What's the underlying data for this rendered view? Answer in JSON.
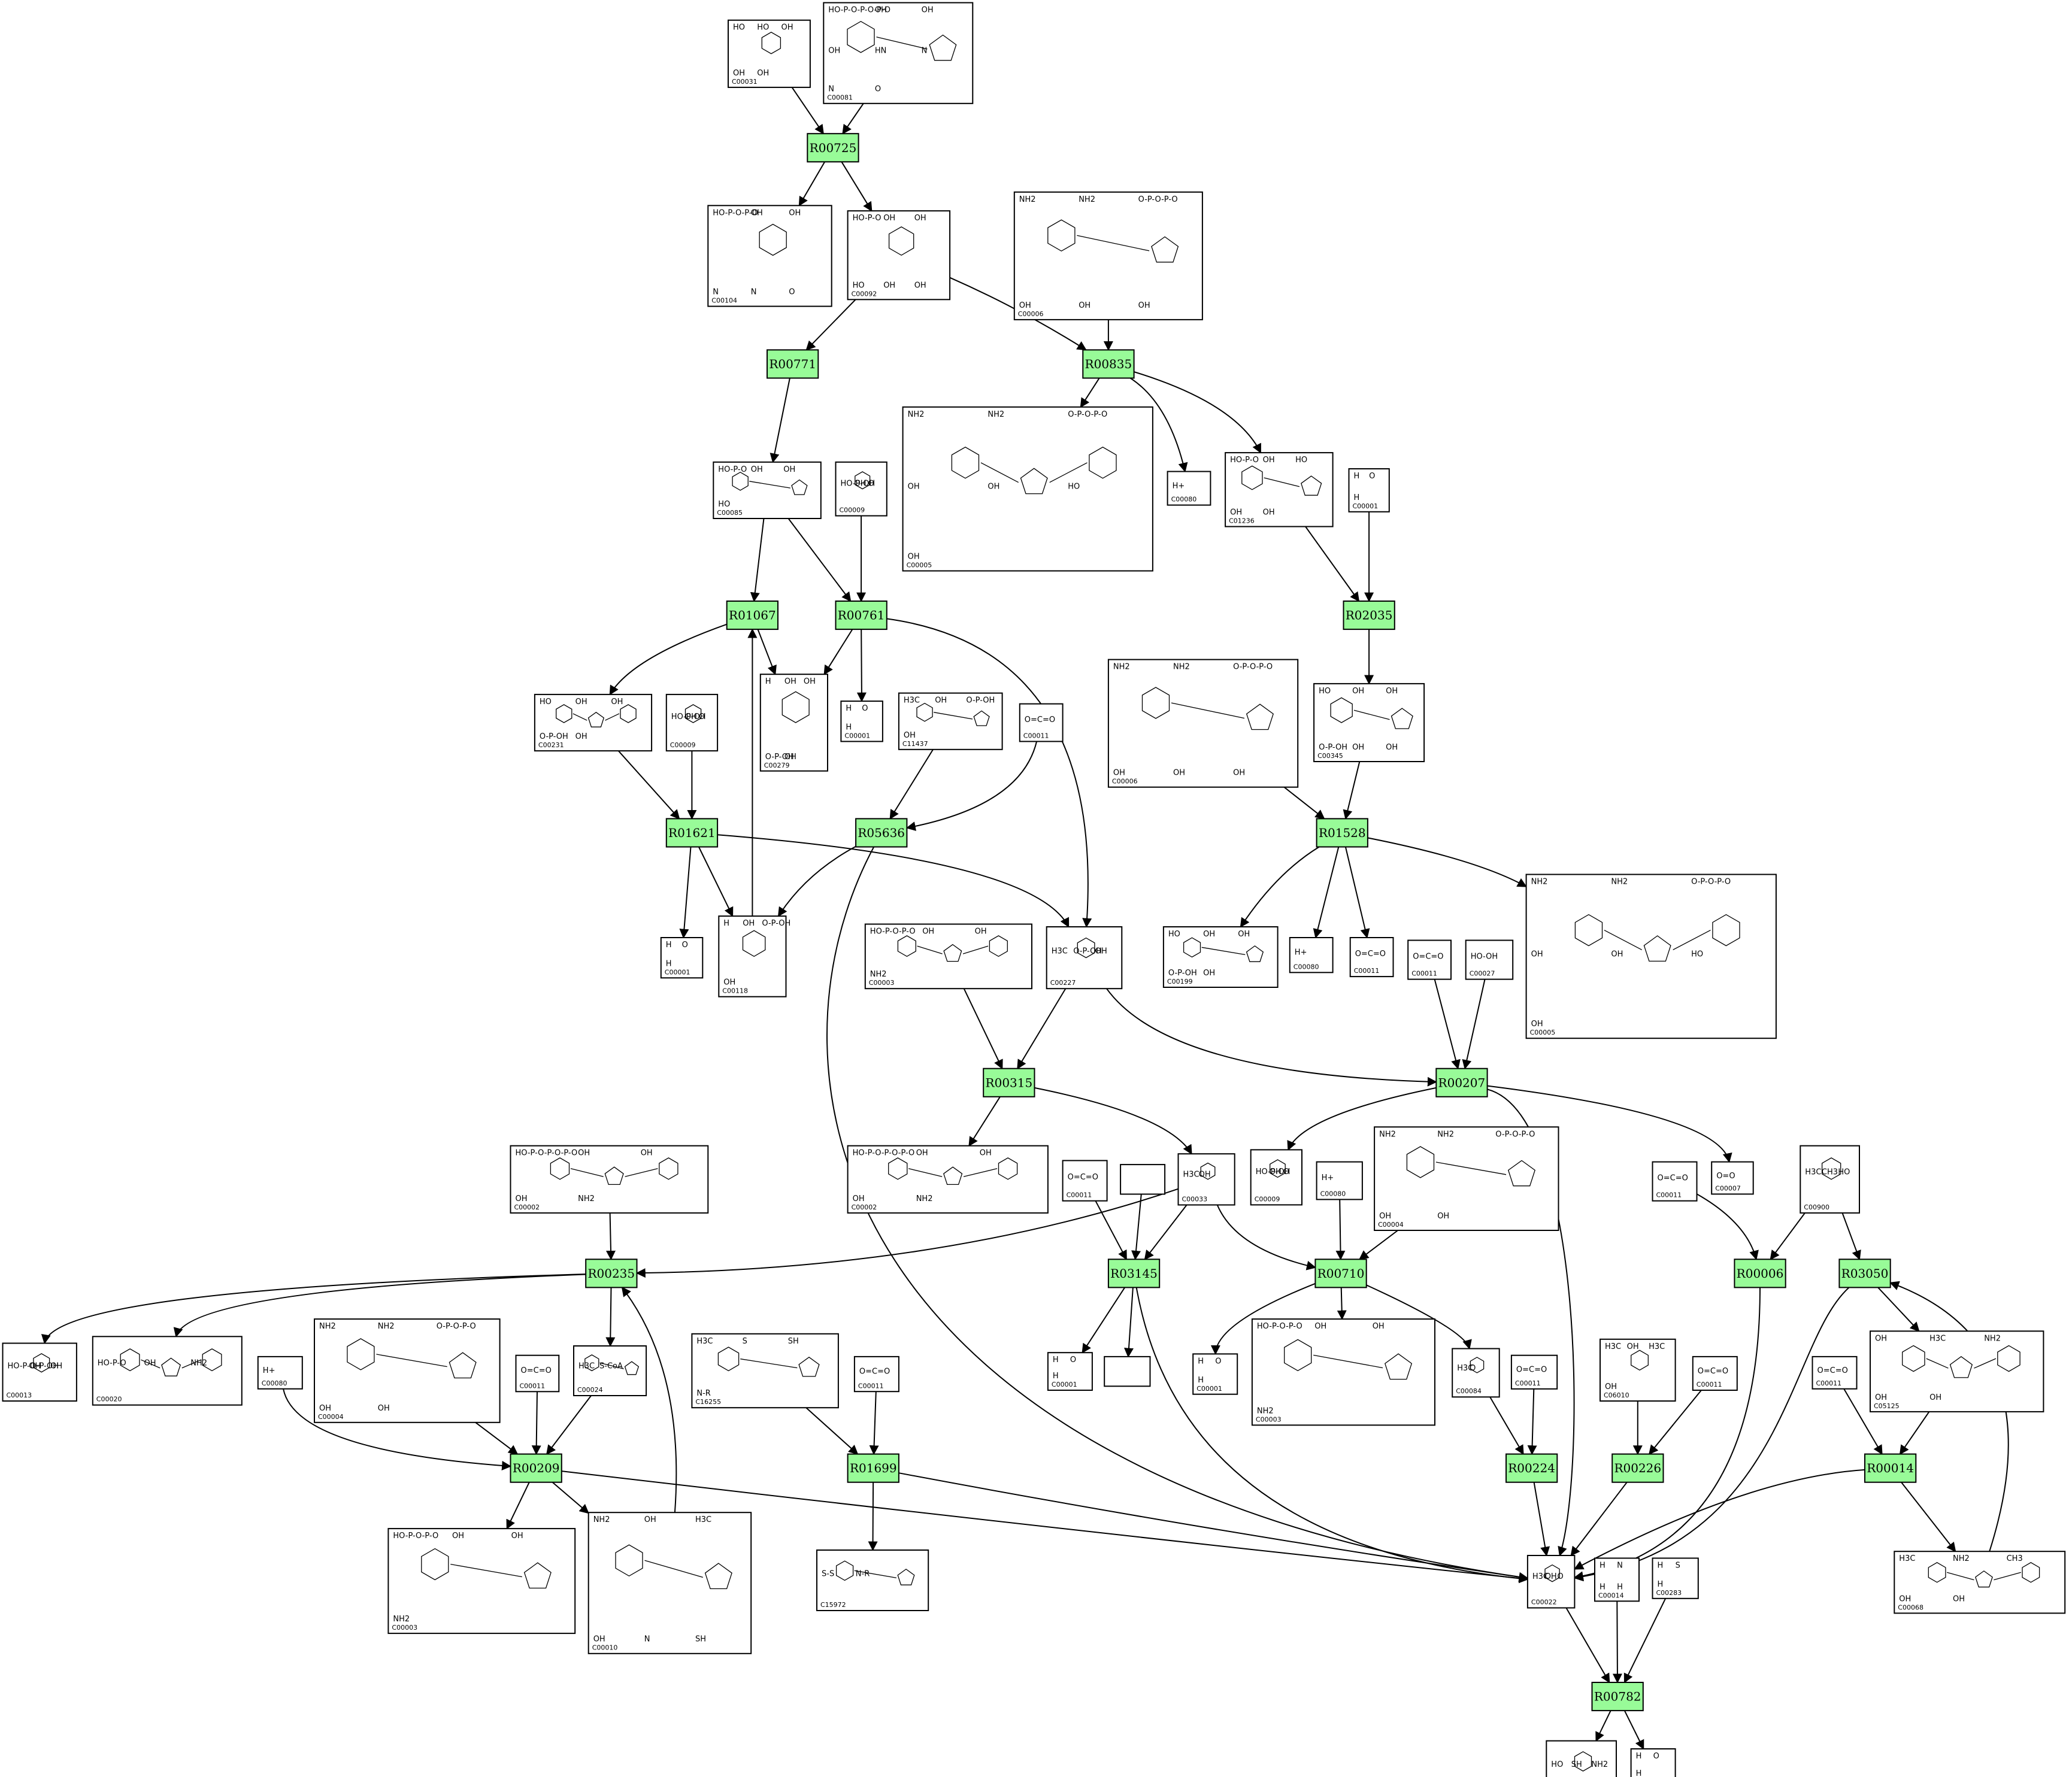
{
  "reactions": [
    "R00725",
    "R00771",
    "R00835",
    "R01067",
    "R00761",
    "R02035",
    "R01621",
    "R05636",
    "R01528",
    "R00315",
    "R00207",
    "R00235",
    "R03145",
    "R00710",
    "R00006",
    "R03050",
    "R00209",
    "R01699",
    "R00224",
    "R00226",
    "R00014",
    "R00782"
  ],
  "compounds": [
    {
      "id": "C00031",
      "text": [
        "HO",
        "HO",
        "OH",
        "OH",
        "OH"
      ]
    },
    {
      "id": "C00081",
      "text": [
        "HO-P-O-P-O-P-O",
        "OH",
        "OH",
        "OH",
        "HN",
        "N",
        "N",
        "O"
      ]
    },
    {
      "id": "C00104",
      "text": [
        "HO-P-O-P-O",
        "OH",
        "OH",
        "N",
        "N",
        "O"
      ]
    },
    {
      "id": "C00092",
      "text": [
        "HO-P-O",
        "OH",
        "OH",
        "HO",
        "OH",
        "OH"
      ]
    },
    {
      "id": "C00006",
      "text": [
        "NH2",
        "NH2",
        "O-P-O-P-O",
        "OH",
        "OH",
        "OH"
      ]
    },
    {
      "id": "C00005",
      "text": [
        "NH2",
        "NH2",
        "O-P-O-P-O",
        "OH",
        "OH",
        "HO",
        "OH"
      ]
    },
    {
      "id": "C00080",
      "text": [
        "H+"
      ]
    },
    {
      "id": "C01236",
      "text": [
        "HO-P-O",
        "OH",
        "HO",
        "OH",
        "OH"
      ]
    },
    {
      "id": "C00085",
      "text": [
        "HO-P-O",
        "OH",
        "OH",
        "HO"
      ]
    },
    {
      "id": "C00009",
      "text": [
        "HO-P-OH",
        "OH",
        "O"
      ]
    },
    {
      "id": "C00001",
      "text": [
        "H",
        "O",
        "H"
      ]
    },
    {
      "id": "C00231",
      "text": [
        "HO",
        "OH",
        "OH",
        "O-P-OH",
        "OH"
      ]
    },
    {
      "id": "C00279",
      "text": [
        "H",
        "OH",
        "OH",
        "O-P-OH",
        "OH"
      ]
    },
    {
      "id": "C11437",
      "text": [
        "H3C",
        "OH",
        "O-P-OH",
        "OH"
      ]
    },
    {
      "id": "C00011",
      "text": [
        "O=C=O"
      ]
    },
    {
      "id": "C00345",
      "text": [
        "HO",
        "OH",
        "OH",
        "O-P-OH",
        "OH",
        "OH"
      ]
    },
    {
      "id": "C00118",
      "text": [
        "H",
        "OH",
        "O-P-OH",
        "OH"
      ]
    },
    {
      "id": "C00003",
      "text": [
        "HO-P-O-P-O",
        "OH",
        "OH",
        "NH2"
      ]
    },
    {
      "id": "C00227",
      "text": [
        "H3C",
        "O-P-OH",
        "OH"
      ]
    },
    {
      "id": "C00199",
      "text": [
        "HO",
        "OH",
        "OH",
        "O-P-OH",
        "OH"
      ]
    },
    {
      "id": "C00027",
      "text": [
        "HO-OH"
      ]
    },
    {
      "id": "C00002",
      "text": [
        "HO-P-O-P-O-P-O",
        "OH",
        "OH",
        "OH",
        "NH2"
      ]
    },
    {
      "id": "C00033",
      "text": [
        "H3C",
        "OH"
      ]
    },
    {
      "id": "C00004",
      "text": [
        "NH2",
        "NH2",
        "O-P-O-P-O",
        "OH",
        "OH"
      ]
    },
    {
      "id": "C00007",
      "text": [
        "O=O"
      ]
    },
    {
      "id": "C00013",
      "text": [
        "HO-P-O-P-OH",
        "OH",
        "OH"
      ]
    },
    {
      "id": "C00020",
      "text": [
        "HO-P-O",
        "OH",
        "NH2"
      ]
    },
    {
      "id": "C00024",
      "text": [
        "H3C",
        "S-CoA"
      ]
    },
    {
      "id": "C16255",
      "text": [
        "H3C",
        "S",
        "SH",
        "N-R"
      ]
    },
    {
      "id": "C00084",
      "text": [
        "H3C",
        "O"
      ]
    },
    {
      "id": "C06010",
      "text": [
        "H3C",
        "OH",
        "H3C",
        "OH"
      ]
    },
    {
      "id": "C05125",
      "text": [
        "OH",
        "H3C",
        "NH2",
        "OH",
        "OH"
      ]
    },
    {
      "id": "C00900",
      "text": [
        "H3C",
        "CH3",
        "HO"
      ]
    },
    {
      "id": "C15972",
      "text": [
        "S-S",
        "N-R"
      ]
    },
    {
      "id": "C00010",
      "text": [
        "NH2",
        "OH",
        "H3C",
        "OH",
        "N",
        "SH"
      ]
    },
    {
      "id": "C00022",
      "text": [
        "H3C",
        "OH",
        "O"
      ]
    },
    {
      "id": "C00014",
      "text": [
        "H",
        "N",
        "H",
        "H"
      ]
    },
    {
      "id": "C00283",
      "text": [
        "H",
        "S",
        "H"
      ]
    },
    {
      "id": "C00068",
      "text": [
        "H3C",
        "NH2",
        "CH3",
        "OH",
        "OH"
      ]
    },
    {
      "id": "C00097",
      "text": [
        "HO",
        "SH",
        "NH2"
      ]
    }
  ],
  "colors": {
    "reaction_fill": "#98fb98",
    "compound_fill": "#ffffff",
    "line": "#000000"
  }
}
